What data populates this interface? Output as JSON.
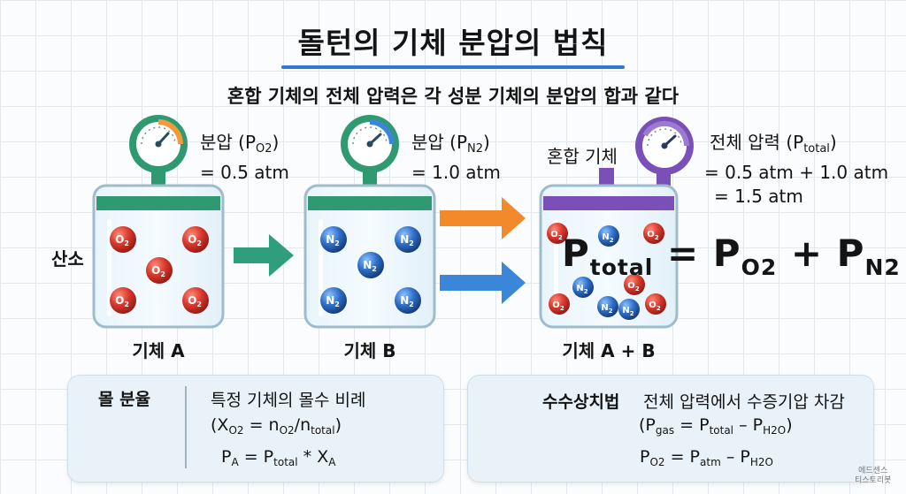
{
  "title": "돌턴의 기체 분압의 법칙",
  "subtitle": "혼합 기체의 전체 압력은 각 성분 기체의 분압의 합과 같다",
  "side_label": "산소",
  "mixture_label": "혼합 기체",
  "gauge_a": {
    "line1_prefix": "분압 (P",
    "line1_sub": "O2",
    "line1_suffix": ")",
    "line2": "= 0.5 atm",
    "color": "#f29a3c"
  },
  "gauge_b": {
    "line1_prefix": "분압 (P",
    "line1_sub": "N2",
    "line1_suffix": ")",
    "line2": "= 1.0 atm",
    "color": "#3a86d8"
  },
  "gauge_total": {
    "line1_prefix": "전체 압력 (P",
    "line1_sub": "total",
    "line1_suffix": ")",
    "line2": "= 0.5 atm + 1.0 atm",
    "line3": "= 1.5 atm",
    "color": "#7a4fb8"
  },
  "containers": {
    "a": {
      "label": "기체 A",
      "molecule": "O",
      "molecule_sub": "2",
      "count": 5,
      "lid_color": "#2f9a72"
    },
    "b": {
      "label": "기체 B",
      "molecule": "N",
      "molecule_sub": "2",
      "count": 5,
      "lid_color": "#2f9a72"
    },
    "ab": {
      "label": "기체 A + B",
      "lid_color": "#7a4fb8"
    }
  },
  "equation": {
    "p": "P",
    "total_sub": "total",
    "equals": " = ",
    "o2_sub": "O2",
    "plus": " + ",
    "n2_sub": "N2"
  },
  "colors": {
    "o2": "#d8382c",
    "n2": "#2f6fc8",
    "arrow_green": "#2f9e7c",
    "arrow_orange": "#f28a2b",
    "arrow_blue": "#3a86d8",
    "accent": "#2f78d8"
  },
  "mole_fraction": {
    "title": "몰 분율",
    "line1": "특정 기체의 몰수 비례",
    "line2_parts": [
      "(X",
      "O2",
      " = n",
      "O2",
      "/n",
      "total",
      ")"
    ],
    "line3_parts": [
      "P",
      "A",
      " = P",
      "total",
      " * X",
      "A"
    ]
  },
  "water_collection": {
    "title": "수수상치법",
    "line1": "전체 압력에서 수증기압 차감",
    "line2_parts": [
      "(P",
      "gas",
      " = P",
      "total",
      " – P",
      "H2O",
      ")"
    ],
    "line3_parts": [
      "P",
      "O2",
      " = P",
      "atm",
      " – P",
      "H2O"
    ]
  },
  "watermark": {
    "line1": "에드센스",
    "line2": "티스토리봇"
  }
}
